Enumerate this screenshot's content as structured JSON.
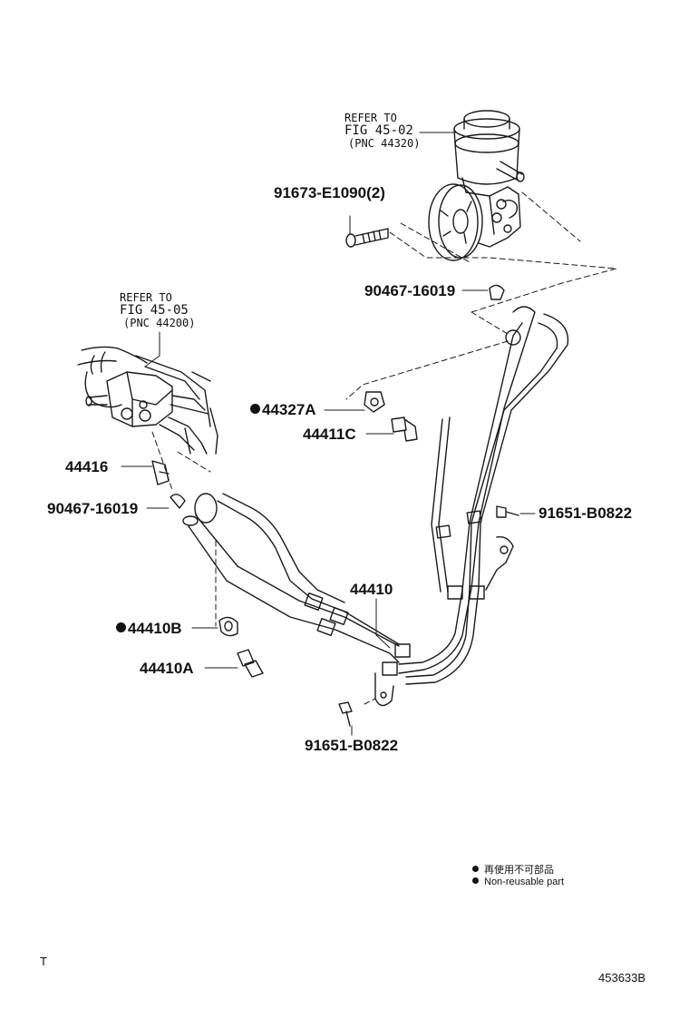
{
  "references": [
    {
      "line1": "REFER TO",
      "line2": "FIG 45-02",
      "line3": "(PNC 44320)"
    },
    {
      "line1": "REFER TO",
      "line2": "FIG 45-05",
      "line3": "(PNC 44200)"
    }
  ],
  "parts": [
    {
      "number": "91673-E1090(2)",
      "non_reusable": false
    },
    {
      "number": "90467-16019",
      "non_reusable": false
    },
    {
      "number": "44327A",
      "non_reusable": true
    },
    {
      "number": "44411C",
      "non_reusable": false
    },
    {
      "number": "44416",
      "non_reusable": false
    },
    {
      "number": "90467-16019",
      "non_reusable": false
    },
    {
      "number": "91651-B0822",
      "non_reusable": false
    },
    {
      "number": "44410",
      "non_reusable": false
    },
    {
      "number": "44410B",
      "non_reusable": true
    },
    {
      "number": "44410A",
      "non_reusable": false
    },
    {
      "number": "91651-B0822",
      "non_reusable": false
    }
  ],
  "legend": {
    "japanese": "再使用不可部品",
    "english": "Non-reusable part"
  },
  "corner_mark": "T",
  "diagram_id": "453633B"
}
